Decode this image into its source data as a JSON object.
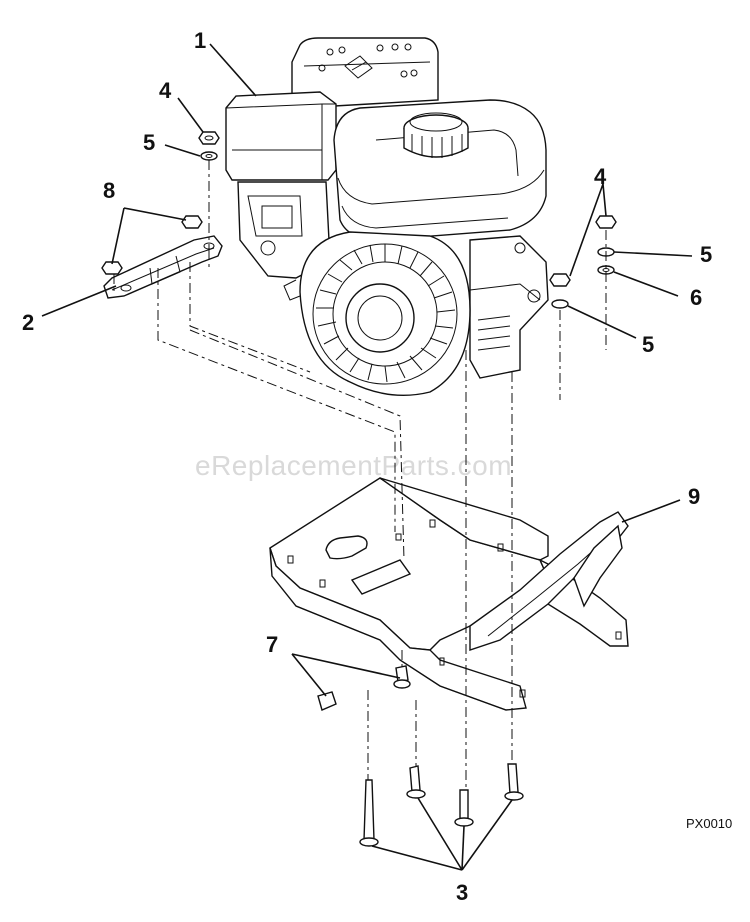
{
  "watermark": "eReplacementParts.com",
  "diagram_code": "PX0010",
  "callouts": [
    {
      "id": "c1",
      "label": "1"
    },
    {
      "id": "c2",
      "label": "2"
    },
    {
      "id": "c3",
      "label": "3"
    },
    {
      "id": "c4a",
      "label": "4"
    },
    {
      "id": "c4b",
      "label": "4"
    },
    {
      "id": "c5a",
      "label": "5"
    },
    {
      "id": "c5b",
      "label": "5"
    },
    {
      "id": "c5c",
      "label": "5"
    },
    {
      "id": "c6",
      "label": "6"
    },
    {
      "id": "c7",
      "label": "7"
    },
    {
      "id": "c8",
      "label": "8"
    },
    {
      "id": "c9",
      "label": "9"
    }
  ]
}
